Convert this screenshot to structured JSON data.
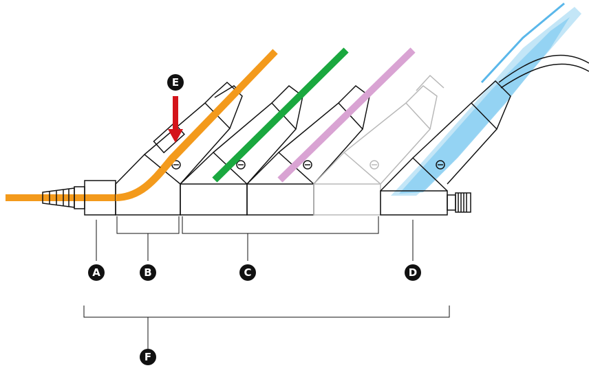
{
  "labels": {
    "a": "A",
    "b": "B",
    "c": "C",
    "d": "D",
    "e": "E",
    "f": "F"
  },
  "colors": {
    "tube_orange": "#f39a1c",
    "tube_green": "#1aa83f",
    "tube_pink": "#d9a3d3",
    "tube_blue": "#5ab7ea",
    "arrow_red": "#d4141b",
    "outline": "#111111",
    "outline_faded": "#b8b8b8"
  }
}
